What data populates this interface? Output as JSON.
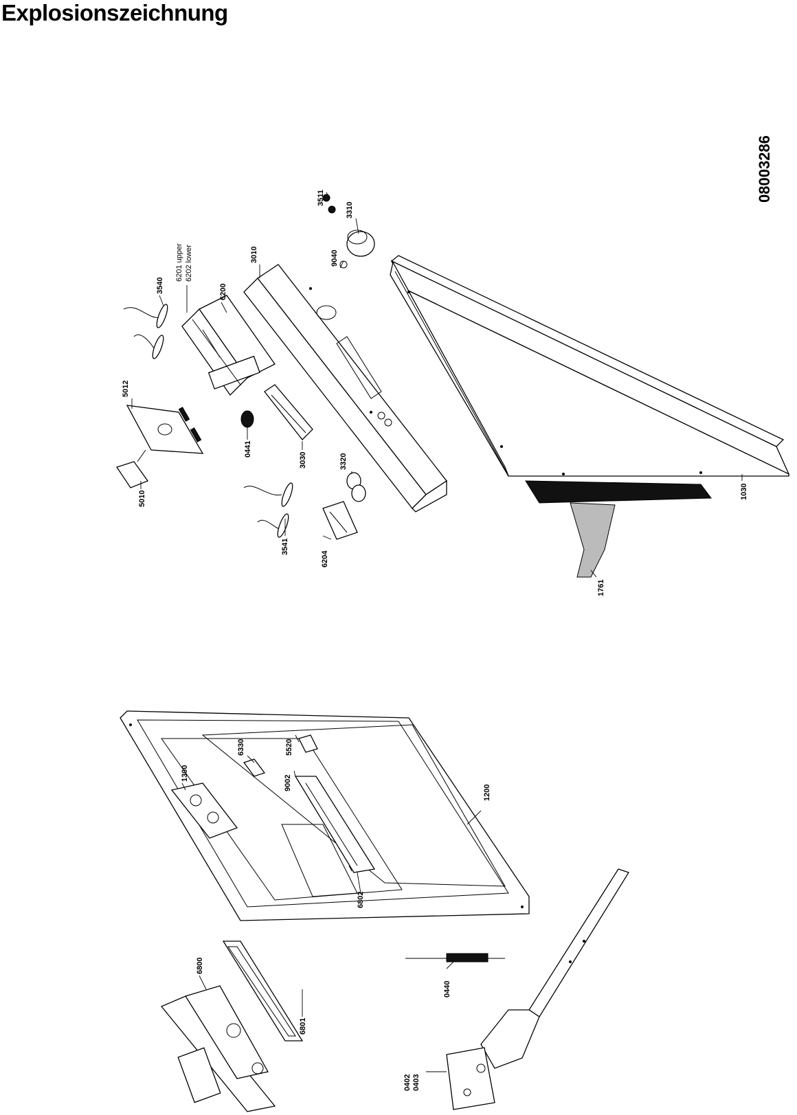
{
  "header": {
    "title": "Explosionszeichnung",
    "doc_number": "08003286"
  },
  "part_labels": [
    {
      "id": "p3511",
      "text": "3511"
    },
    {
      "id": "p3310",
      "text": "3310"
    },
    {
      "id": "p9040",
      "text": "9040"
    },
    {
      "id": "p3010",
      "text": "3010"
    },
    {
      "id": "p6201",
      "text": "6201 upper"
    },
    {
      "id": "p6202",
      "text": "6202 lower"
    },
    {
      "id": "p6200",
      "text": "6200"
    },
    {
      "id": "p3540",
      "text": "3540"
    },
    {
      "id": "p5012",
      "text": "5012"
    },
    {
      "id": "p5010",
      "text": "5010"
    },
    {
      "id": "p0441",
      "text": "0441"
    },
    {
      "id": "p3030",
      "text": "3030"
    },
    {
      "id": "p3541",
      "text": "3541"
    },
    {
      "id": "p3320",
      "text": "3320"
    },
    {
      "id": "p6204",
      "text": "6204"
    },
    {
      "id": "p1030",
      "text": "1030"
    },
    {
      "id": "p1761",
      "text": "1761"
    },
    {
      "id": "p1300",
      "text": "1300"
    },
    {
      "id": "p6330",
      "text": "6330"
    },
    {
      "id": "p5520",
      "text": "5520"
    },
    {
      "id": "p9002",
      "text": "9002"
    },
    {
      "id": "p1200",
      "text": "1200"
    },
    {
      "id": "p6802",
      "text": "6802"
    },
    {
      "id": "p6800",
      "text": "6800"
    },
    {
      "id": "p6801",
      "text": "6801"
    },
    {
      "id": "p0440",
      "text": "0440"
    },
    {
      "id": "p0402",
      "text": "0402"
    },
    {
      "id": "p0403",
      "text": "0403"
    }
  ]
}
